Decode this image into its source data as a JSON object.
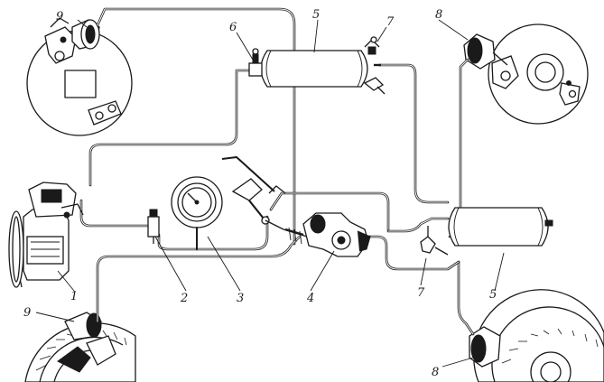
{
  "diagram": {
    "labels": {
      "compressor": "1",
      "pressure_regulator": "2",
      "pressure_gauge": "3",
      "brake_valve": "4",
      "receiver_front": "5",
      "receiver_rear": "5",
      "safety_valve_top": "6",
      "drain_valve_top": "7",
      "drain_valve_bottom": "7",
      "brake_chamber_front_right": "8",
      "brake_chamber_rear_right": "8",
      "brake_chamber_front_left": "9",
      "brake_chamber_rear_left": "9"
    }
  }
}
